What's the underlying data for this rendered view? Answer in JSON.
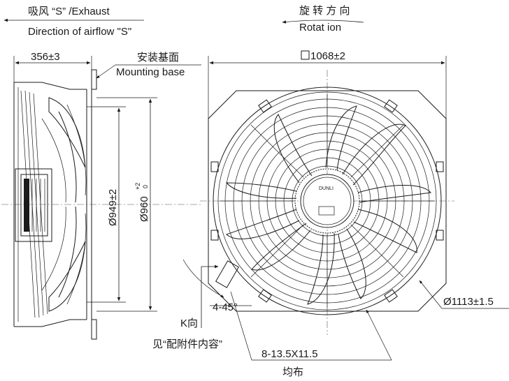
{
  "labels": {
    "suction_cn": "吸风 “S” /Exhaust",
    "airflow_en": "Direction of airflow \"S\"",
    "rotation_cn": "旋 转 方 向",
    "rotation_en": "Rotat ion",
    "depth_dim": "356±3",
    "mount_cn": "安装基面",
    "mount_en": "Mounting base",
    "square_dim": "1068±2",
    "dia_949": "Ø949±2",
    "dia_960": "Ø960",
    "dia_960_tol_upper": "+2",
    "dia_960_tol_lower": "0",
    "dia_1113": "Ø1113±1.5",
    "angle": "4-45°",
    "view_k": "K向",
    "see_accessory": "见“配附件内容”",
    "holes": "8-13.5X11.5",
    "evenly": "均布",
    "brand": "DUNLI"
  },
  "colors": {
    "line": "#1a1a1a",
    "background": "#ffffff"
  }
}
